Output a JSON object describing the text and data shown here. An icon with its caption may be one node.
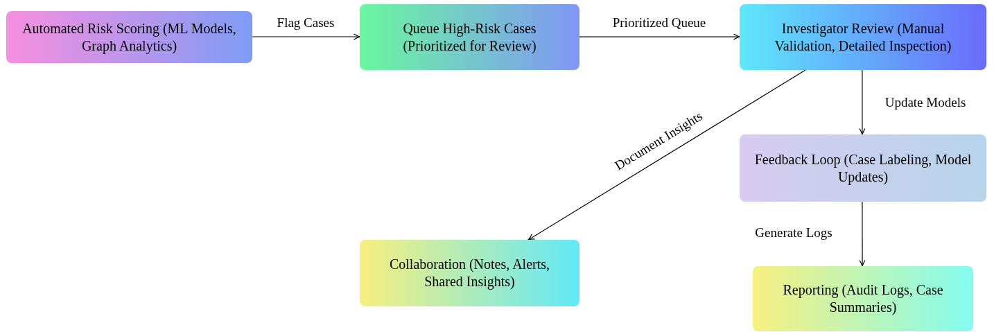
{
  "diagram": {
    "nodes": [
      {
        "text": [
          "Automated Risk Scoring (ML Models, Graph Analytics)"
        ]
      },
      {
        "text": [
          "Queue High-Risk Cases (Prioritized for Review)"
        ]
      },
      {
        "text": [
          "Investigator Review (Manual Validation, Detailed Inspection)"
        ]
      },
      {
        "text": [
          "Feedback Loop (Case Labeling, Model Updates)"
        ]
      },
      {
        "text": [
          "Collaboration (Notes, Alerts, Shared Insights)"
        ]
      },
      {
        "text": [
          "Reporting (Audit Logs, Case Summaries)"
        ]
      }
    ],
    "edges": [
      {
        "from": 0,
        "to": 1,
        "arrow": "to",
        "label": "Flag Cases"
      },
      {
        "from": 1,
        "to": 2,
        "arrow": "to",
        "label": "Prioritized Queue"
      },
      {
        "from": 2,
        "to": 3,
        "arrow": "to",
        "label": "Update Models"
      },
      {
        "from": 2,
        "to": 4,
        "arrow": "to",
        "label": "Document Insights"
      },
      {
        "from": 3,
        "to": 5,
        "arrow": "to",
        "label": "Generate Logs"
      }
    ]
  }
}
